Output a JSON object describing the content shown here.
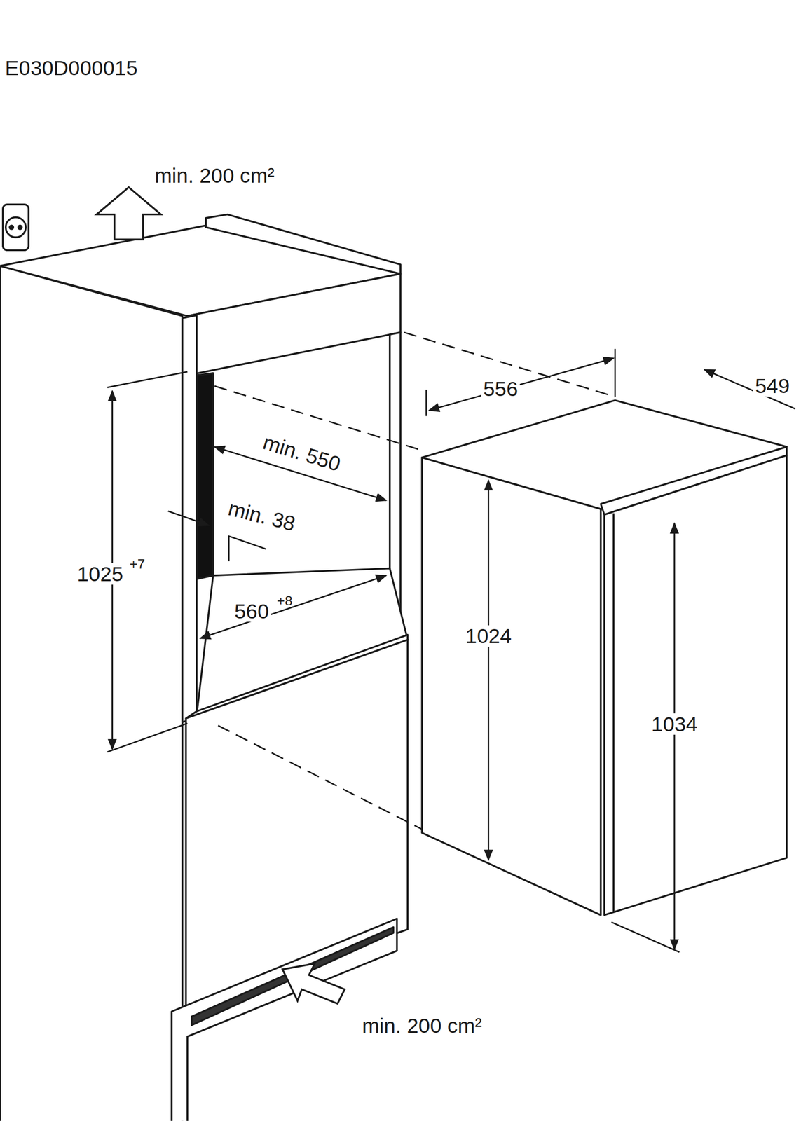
{
  "diagram": {
    "labels": [
      "E030D000015",
      "min. 200 cm²",
      "556",
      "549",
      "min. 550",
      "min. 38",
      "1025",
      "+7",
      "560",
      "+8",
      "1024",
      "1034",
      "min. 200 cm²"
    ]
  }
}
